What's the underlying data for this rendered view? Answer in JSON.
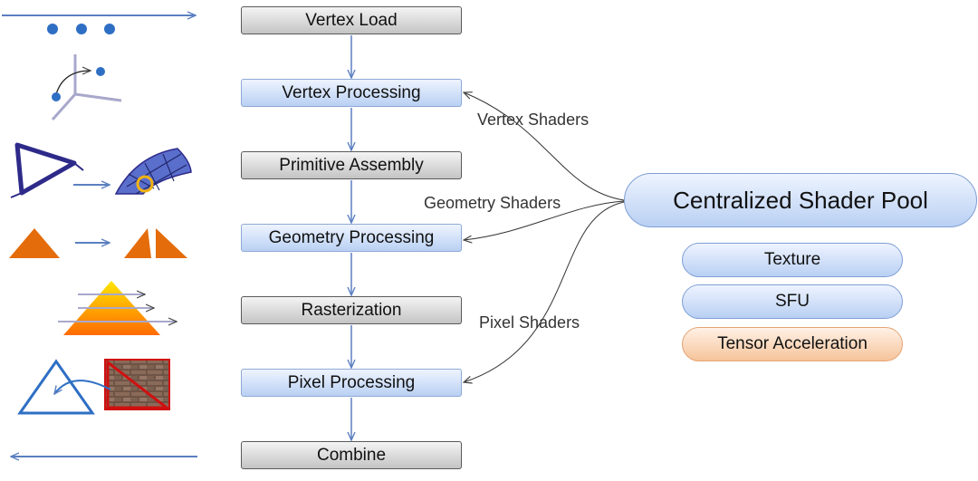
{
  "pipeline": {
    "stages": [
      {
        "label": "Vertex Load",
        "kind": "fixed"
      },
      {
        "label": "Vertex Processing",
        "kind": "programmable"
      },
      {
        "label": "Primitive Assembly",
        "kind": "fixed"
      },
      {
        "label": "Geometry Processing",
        "kind": "programmable"
      },
      {
        "label": "Rasterization",
        "kind": "fixed"
      },
      {
        "label": "Pixel Processing",
        "kind": "programmable"
      },
      {
        "label": "Combine",
        "kind": "fixed"
      }
    ]
  },
  "shaders": {
    "vertex": "Vertex Shaders",
    "geometry": "Geometry Shaders",
    "pixel": "Pixel Shaders"
  },
  "pool": {
    "title": "Centralized Shader Pool",
    "units": [
      {
        "label": "Texture",
        "color": "blue"
      },
      {
        "label": "SFU",
        "color": "blue"
      },
      {
        "label": "Tensor Acceleration",
        "color": "orange"
      }
    ]
  },
  "colors": {
    "arrow": "#5b7fc0",
    "fixed_fill": "#d3d3d3",
    "programmable_fill": "#c9daf5",
    "tensor_fill": "#f8cfaf",
    "orange_shape": "#e46c0a",
    "dot": "#2e6fc4"
  }
}
